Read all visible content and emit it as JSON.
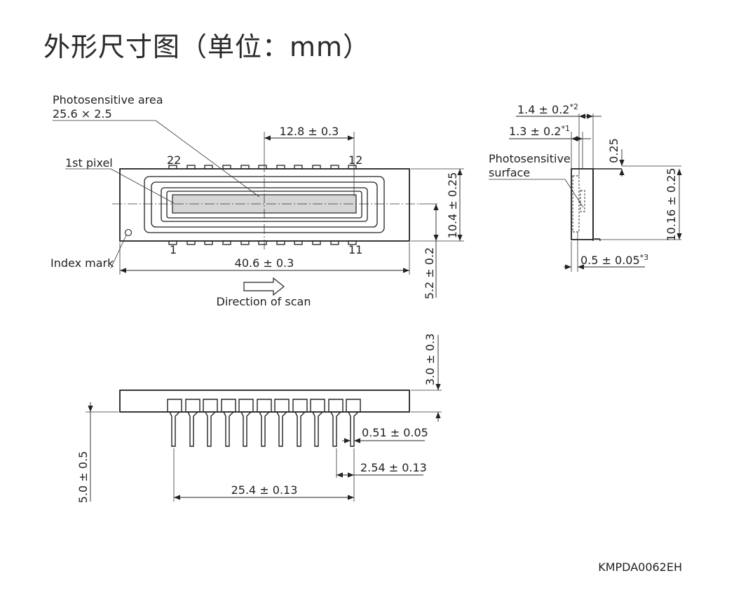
{
  "title": "外形尺寸图（单位：mm）",
  "drawing_code": "KMPDA0062EH",
  "top_view": {
    "photosensitive_area_label": "Photosensitive area",
    "photosensitive_area_size": "25.6 × 2.5",
    "first_pixel_label": "1st pixel",
    "index_mark_label": "Index mark",
    "pin_22": "22",
    "pin_12": "12",
    "pin_1": "1",
    "pin_11": "11",
    "dim_half_area": "12.8 ± 0.3",
    "dim_length": "40.6 ± 0.3",
    "dim_width": "10.4 ± 0.25",
    "dim_offset": "5.2 ± 0.2",
    "scan_direction_label": "Direction of scan"
  },
  "side_view": {
    "dim_a": "1.4 ± 0.2",
    "dim_a_note": "*2",
    "dim_b": "1.3 ± 0.2",
    "dim_b_note": "*1",
    "dim_thickness": "0.25",
    "surface_label_line1": "Photosensitive",
    "surface_label_line2": "surface",
    "dim_height": "10.16 ± 0.25",
    "dim_window": "0.5 ± 0.05",
    "dim_window_note": "*3"
  },
  "front_view": {
    "dim_body_height": "3.0 ± 0.3",
    "dim_pin_width": "0.51 ± 0.05",
    "dim_pitch": "2.54 ± 0.13",
    "dim_pin_span": "25.4 ± 0.13",
    "dim_lead_length": "5.0 ± 0.5"
  }
}
